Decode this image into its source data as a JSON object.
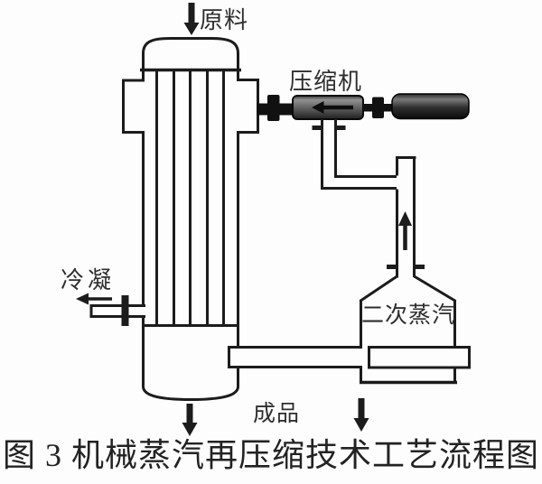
{
  "figure": {
    "caption": "图 3 机械蒸汽再压缩技术工艺流程图"
  },
  "labels": {
    "feed": "原料",
    "compressor": "压缩机",
    "condensate": "冷凝",
    "secondary_steam": "二次蒸汽",
    "product": "成品"
  },
  "colors": {
    "background": "#fdfdfd",
    "line": "#1c1c1c",
    "shaft": "#111111",
    "compressor_body_highlight": "#909090",
    "compressor_body_dark": "#1f1f1f",
    "motor_highlight": "#7a7a7a",
    "motor_dark": "#0a0a0a",
    "label_text": "#2e2e2e"
  },
  "icons": {
    "feed_arrow": "down-arrow",
    "condensate_arrow": "left-arrow",
    "compressor_flow_arrow": "left-arrow",
    "riser_flow_arrow": "up-arrow",
    "product_arrow": "down-arrow",
    "separator_outlet_arrow": "down-arrow"
  }
}
